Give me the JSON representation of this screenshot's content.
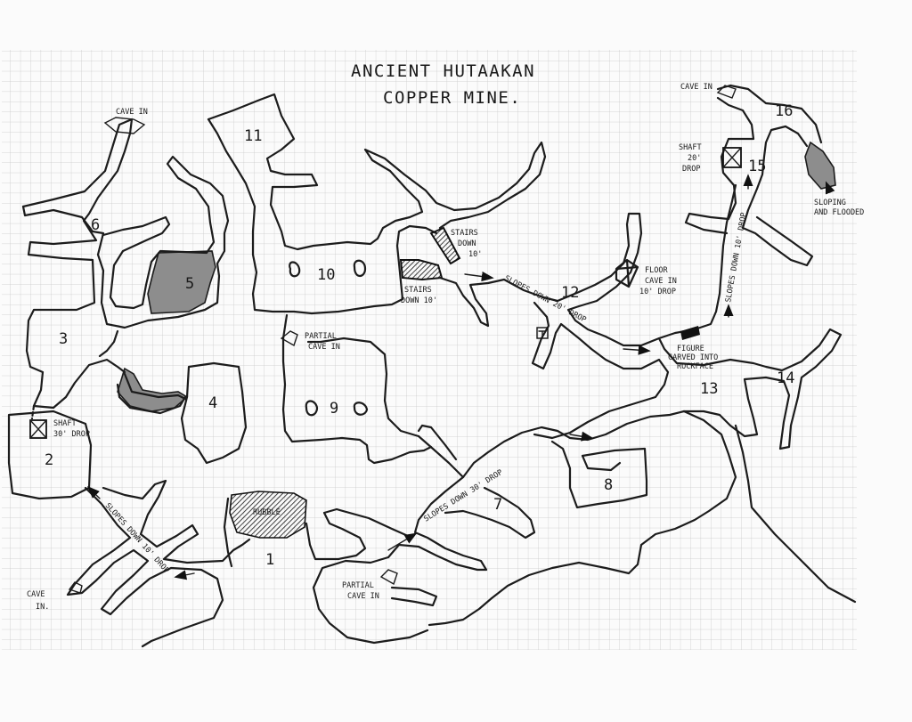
{
  "map": {
    "title_line1": "ANCIENT HUTAAKAN",
    "title_line2": "COPPER MINE.",
    "rooms": [
      "1",
      "2",
      "3",
      "4",
      "5",
      "6",
      "7",
      "8",
      "9",
      "10",
      "11",
      "12",
      "13",
      "14",
      "15",
      "16"
    ],
    "notes": {
      "cave_in_top": "CAVE IN",
      "cave_in_ne": "CAVE IN",
      "cave_in_sw_1": "CAVE",
      "cave_in_sw_2": "IN.",
      "shaft2_1": "SHAFT",
      "shaft2_2": "30' DROP",
      "shaft15_1": "SHAFT",
      "shaft15_2": "20'",
      "shaft15_3": "DROP",
      "stairs_a_1": "STAIRS",
      "stairs_a_2": "DOWN",
      "stairs_a_3": "10'",
      "stairs_b_1": "STAIRS",
      "stairs_b_2": "DOWN 10'",
      "floor_cave_1": "FLOOR",
      "floor_cave_2": "CAVE IN",
      "floor_cave_3": "10' DROP",
      "partial_cave_1": "PARTIAL",
      "partial_cave_2": "CAVE IN",
      "partial_cave_s_1": "PARTIAL",
      "partial_cave_s_2": "CAVE IN",
      "figure_1": "FIGURE",
      "figure_2": "CARVED INTO",
      "figure_3": "ROCKFACE",
      "sloping_1": "SLOPING",
      "sloping_2": "AND FLOODED",
      "rubble": "RUBBLE",
      "slope_20": "SLOPES DOWN 20' DROP",
      "slope_30": "SLOPES DOWN 30' DROP",
      "slope_10_sw": "SLOPES DOWN 10' DROP",
      "slope_10_ne": "SLOPES DOWN 10' DROP"
    }
  }
}
